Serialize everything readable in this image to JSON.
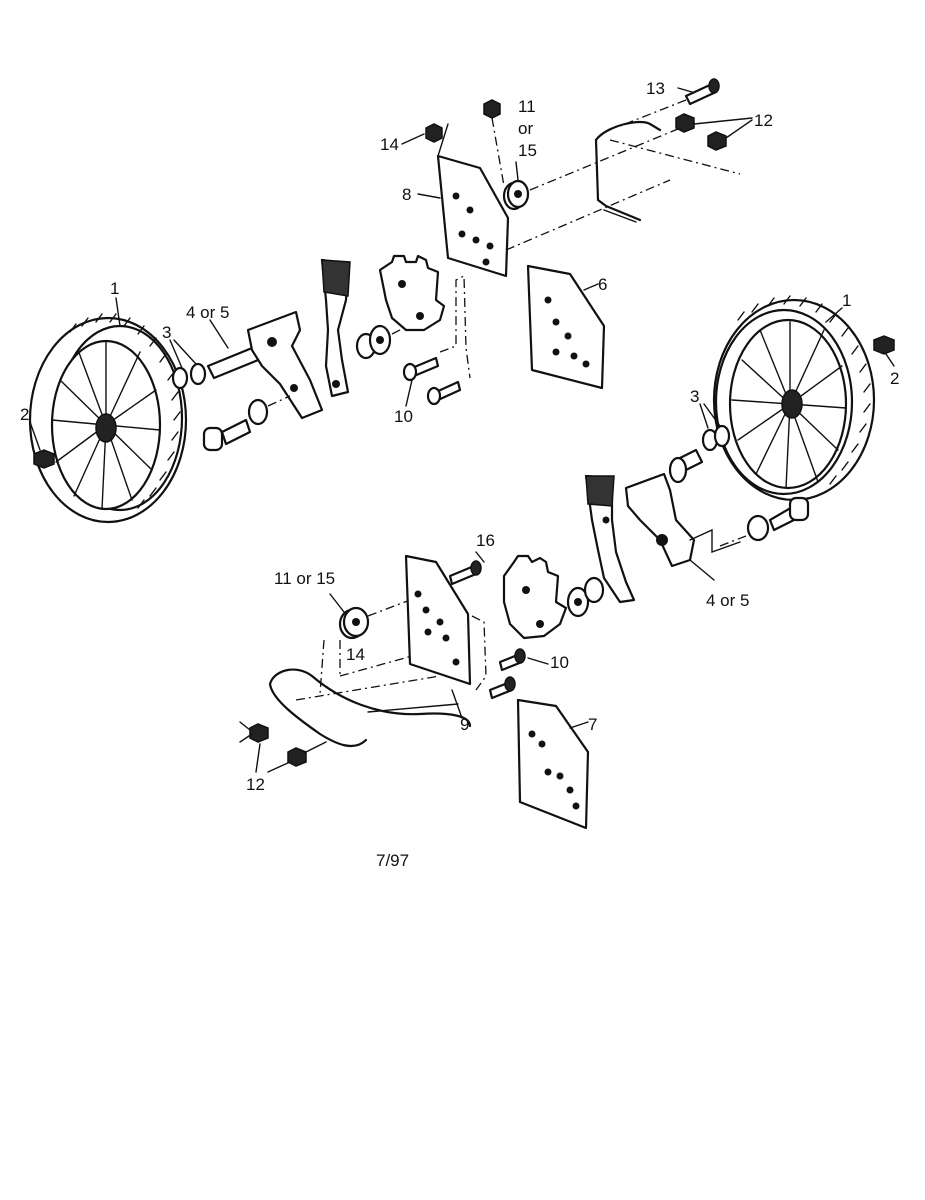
{
  "diagram": {
    "labels": {
      "l_1_left": "1",
      "l_2_left": "2",
      "l_3_left": "3",
      "l_4or5_left": "4 or 5",
      "l_14_top": "14",
      "l_8": "8",
      "l_11_top": "11",
      "l_or_top": "or",
      "l_15_top": "15",
      "l_13": "13",
      "l_12_top": "12",
      "l_6": "6",
      "l_10_top": "10",
      "l_1_right": "1",
      "l_2_right": "2",
      "l_3_right": "3",
      "l_4or5_right": "4 or 5",
      "l_16": "16",
      "l_11or15_bottom": "11 or 15",
      "l_14_bottom": "14",
      "l_10_bottom": "10",
      "l_9": "9",
      "l_7": "7",
      "l_12_bottom": "12"
    },
    "date_code": "7/97"
  }
}
